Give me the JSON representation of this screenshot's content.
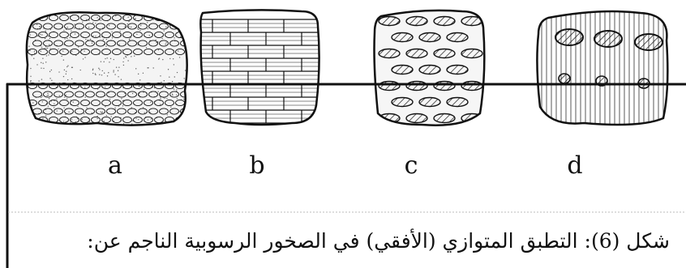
{
  "figure": {
    "panels": [
      {
        "id": "a",
        "label": "a",
        "pattern": "conglomerate-pebbles"
      },
      {
        "id": "b",
        "label": "b",
        "pattern": "bricks-horizontal-layers"
      },
      {
        "id": "c",
        "label": "c",
        "pattern": "hatched-ovals"
      },
      {
        "id": "d",
        "label": "d",
        "pattern": "vertical-lines-with-nodules"
      }
    ],
    "caption": "شكل (6): التطبق المتوازي (الأفقي) في الصخور الرسوبية الناجم عن:"
  },
  "colors": {
    "ink": "#111111",
    "background": "#ffffff",
    "stipple": "#666666"
  }
}
